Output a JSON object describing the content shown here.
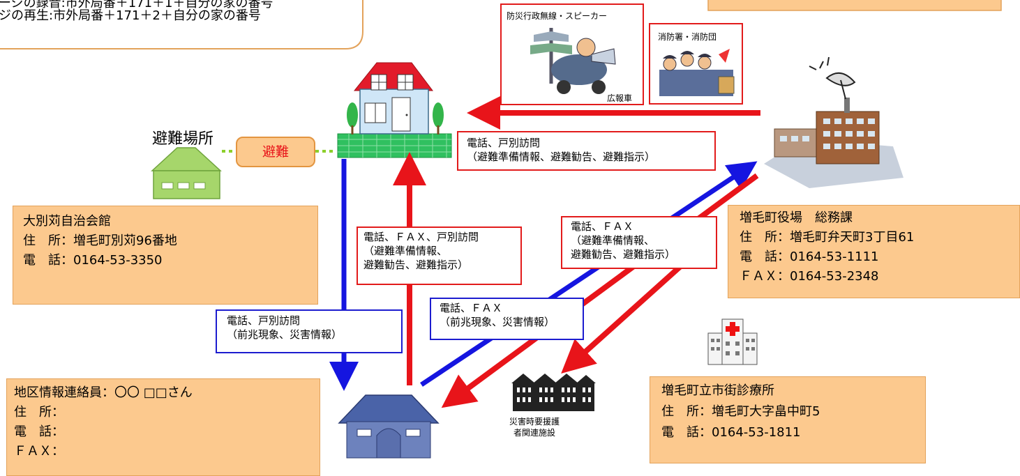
{
  "top_note": {
    "line1": "ージの録音:市外局番＋171＋1＋自分の家の番号",
    "line2": "ジの再生:市外局番＋171＋2＋自分の家の番号"
  },
  "shelter": {
    "title": "避難場所",
    "evacuate_label": "避難",
    "info": {
      "name": "大別苅自治会館",
      "address": "住　所：増毛町別苅96番地",
      "phone": "電　話：0164-53-3350"
    }
  },
  "broadcast": {
    "radio_label": "防災行政無線・スピーカー",
    "car_label": "広報車",
    "fire_label": "消防署・消防団"
  },
  "town_office": {
    "name": "増毛町役場　総務課",
    "address": "住　所：増毛町弁天町3丁目61",
    "phone": "電　話：0164-53-1111",
    "fax": "ＦＡＸ：0164-53-2348"
  },
  "clinic": {
    "name": "増毛町立市街診療所",
    "address": "住　所：増毛町大字畠中町5",
    "phone": "電　話：0164-53-1811"
  },
  "liaison": {
    "title": "地区情報連絡員：〇〇 □□さん",
    "address": "住　所：",
    "phone": "電　話：",
    "fax": "ＦＡＸ："
  },
  "facility_label": "災害時要援護\n者関連施設",
  "messages": {
    "office_to_home": "電話、戸別訪問\n（避難準備情報、避難勧告、避難指示）",
    "liaison_to_home": "電話、ＦＡＸ、戸別訪問\n（避難準備情報、\n避難勧告、避難指示）",
    "office_to_liaison": "電話、ＦＡＸ\n（避難準備情報、\n避難勧告、避難指示）",
    "home_to_liaison": "電話、戸別訪問\n（前兆現象、災害情報）",
    "liaison_to_office": "電話、ＦＡＸ\n（前兆現象、災害情報）"
  },
  "colors": {
    "red_arrow": "#e8141a",
    "blue_arrow": "#1515e0",
    "info_fill": "#fcc98e"
  }
}
